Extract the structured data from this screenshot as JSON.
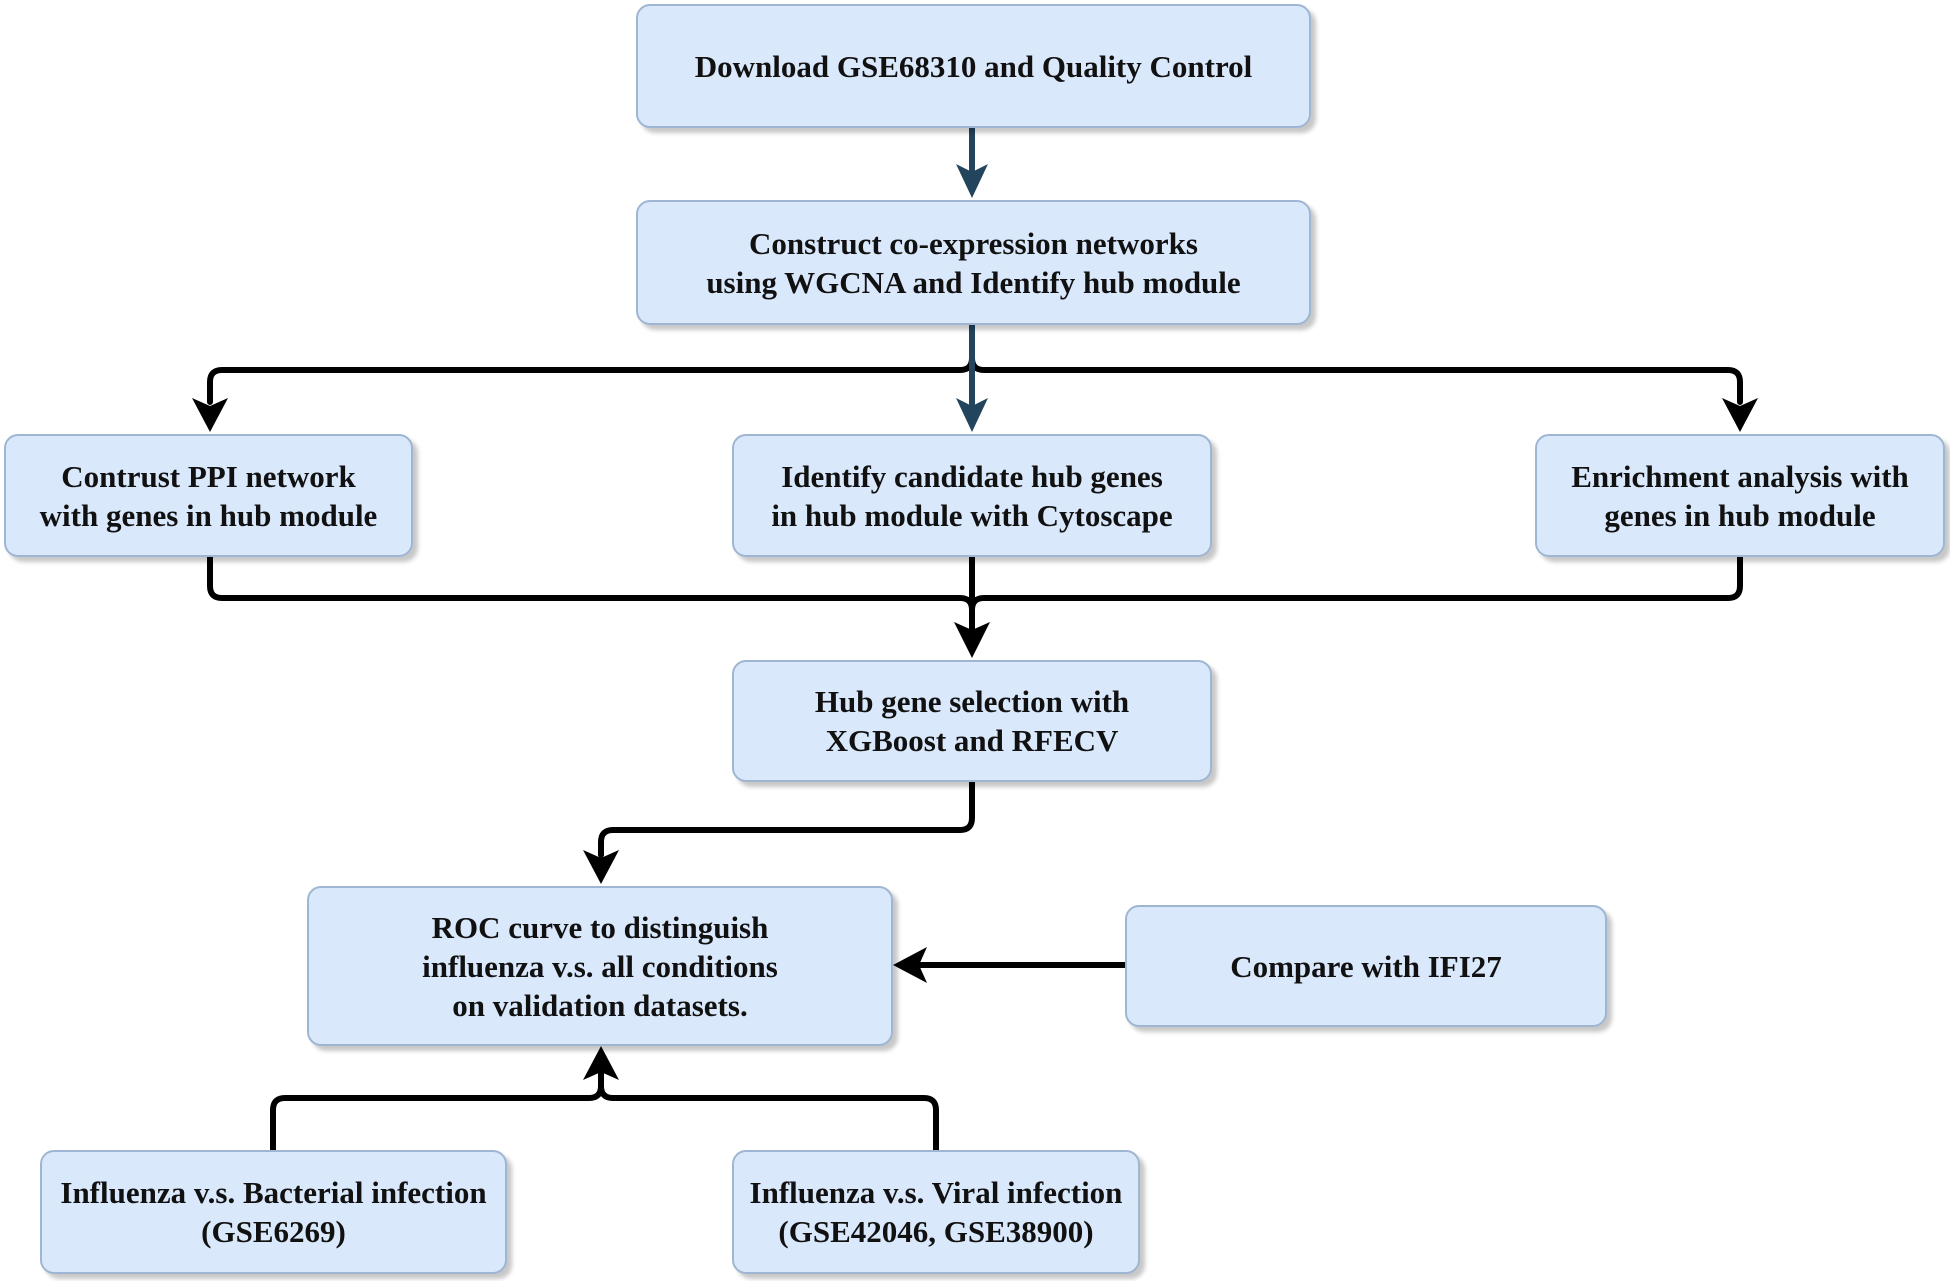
{
  "nodes": {
    "download": {
      "lines": [
        "Download GSE68310 and Quality Control"
      ]
    },
    "wgcna": {
      "lines": [
        "Construct co-expression networks",
        "using WGCNA and Identify hub module"
      ]
    },
    "ppi": {
      "lines": [
        "Contrust PPI network",
        "with genes in hub module"
      ]
    },
    "cytoscape": {
      "lines": [
        "Identify candidate hub genes",
        "in hub module with Cytoscape"
      ]
    },
    "enrichment": {
      "lines": [
        "Enrichment analysis with",
        "genes in hub module"
      ]
    },
    "xgboost": {
      "lines": [
        "Hub gene selection with",
        "XGBoost and RFECV"
      ]
    },
    "roc": {
      "lines": [
        "ROC curve to distinguish",
        "influenza v.s. all conditions",
        "on validation datasets."
      ]
    },
    "ifi27": {
      "lines": [
        "Compare with IFI27"
      ]
    },
    "bacterial": {
      "lines": [
        "Influenza v.s. Bacterial infection",
        "(GSE6269)"
      ]
    },
    "viral": {
      "lines": [
        "Influenza v.s. Viral infection",
        "(GSE42046, GSE38900)"
      ]
    }
  },
  "edges": [
    {
      "from": "download",
      "to": "wgcna"
    },
    {
      "from": "wgcna",
      "to": "ppi"
    },
    {
      "from": "wgcna",
      "to": "cytoscape"
    },
    {
      "from": "wgcna",
      "to": "enrichment"
    },
    {
      "from": "ppi",
      "to": "xgboost"
    },
    {
      "from": "cytoscape",
      "to": "xgboost"
    },
    {
      "from": "enrichment",
      "to": "xgboost"
    },
    {
      "from": "xgboost",
      "to": "roc"
    },
    {
      "from": "ifi27",
      "to": "roc"
    },
    {
      "from": "bacterial",
      "to": "roc"
    },
    {
      "from": "viral",
      "to": "roc"
    }
  ],
  "colors": {
    "box_fill": "#dae8fc",
    "box_border": "#9fb6d3",
    "arrow_dark_blue": "#23445d",
    "arrow_black": "#000000"
  }
}
